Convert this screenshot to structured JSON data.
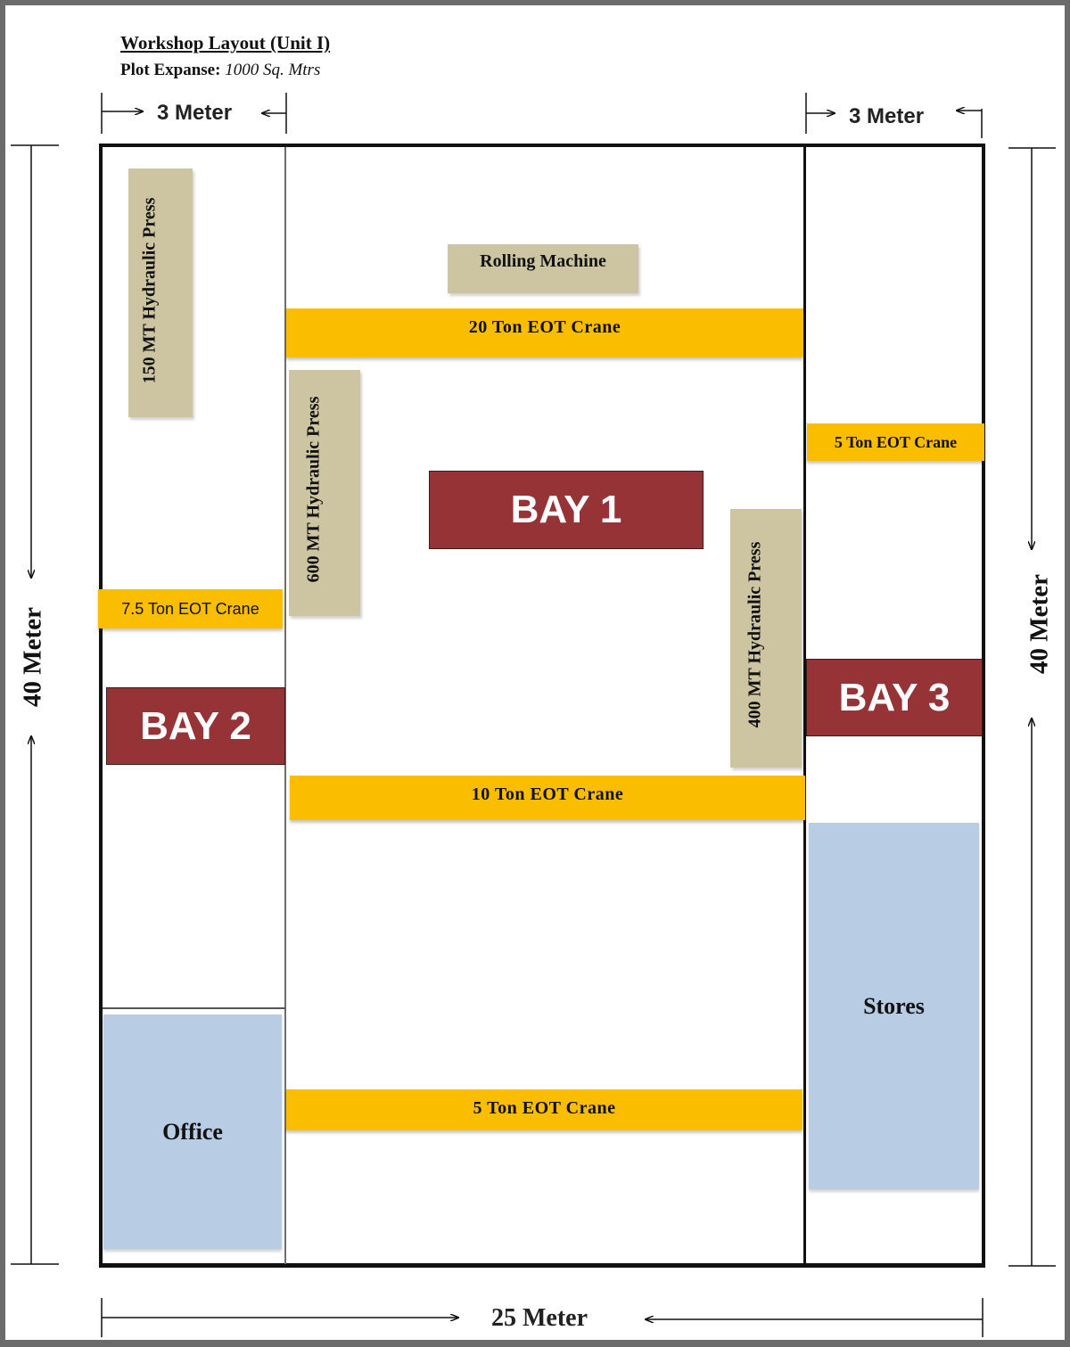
{
  "header": {
    "title": "Workshop Layout (Unit I)",
    "plot_label": "Plot Expanse:",
    "plot_value": "1000 Sq. Mtrs"
  },
  "dimensions": {
    "left_bay_width": "3 Meter",
    "right_bay_width": "3 Meter",
    "left_height": "40 Meter",
    "right_height": "40 Meter",
    "total_width": "25 Meter"
  },
  "bays": {
    "bay1": "BAY 1",
    "bay2": "BAY 2",
    "bay3": "BAY 3"
  },
  "equipment": {
    "press_150": "150 MT Hydraulic Press",
    "press_600": "600 MT Hydraulic Press",
    "press_400": "400 MT Hydraulic Press",
    "rolling_machine": "Rolling Machine",
    "crane_20": "20 Ton EOT Crane",
    "crane_10": "10 Ton EOT Crane",
    "crane_5_main": "5 Ton EOT Crane",
    "crane_5_right": "5 Ton EOT Crane",
    "crane_7_5": "7.5 Ton EOT Crane"
  },
  "rooms": {
    "office": "Office",
    "stores": "Stores"
  },
  "colors": {
    "bay": "#953336",
    "crane": "#fbbd00",
    "machine": "#cdc4a2",
    "room": "#b8cce4"
  }
}
